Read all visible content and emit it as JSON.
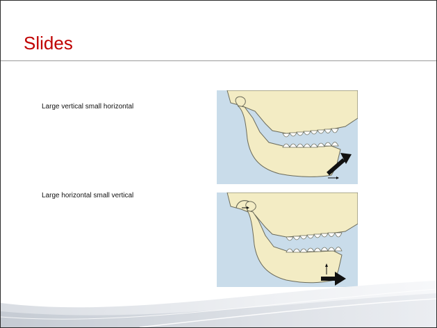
{
  "slide": {
    "title": "Slides",
    "items": [
      {
        "caption": "Large vertical small horizontal"
      },
      {
        "caption": "Large horizontal small vertical"
      }
    ]
  },
  "colors": {
    "title": "#c00000",
    "figure_background": "#c9dcea",
    "bone": "#f3ecc4",
    "arrow": "#111111"
  }
}
